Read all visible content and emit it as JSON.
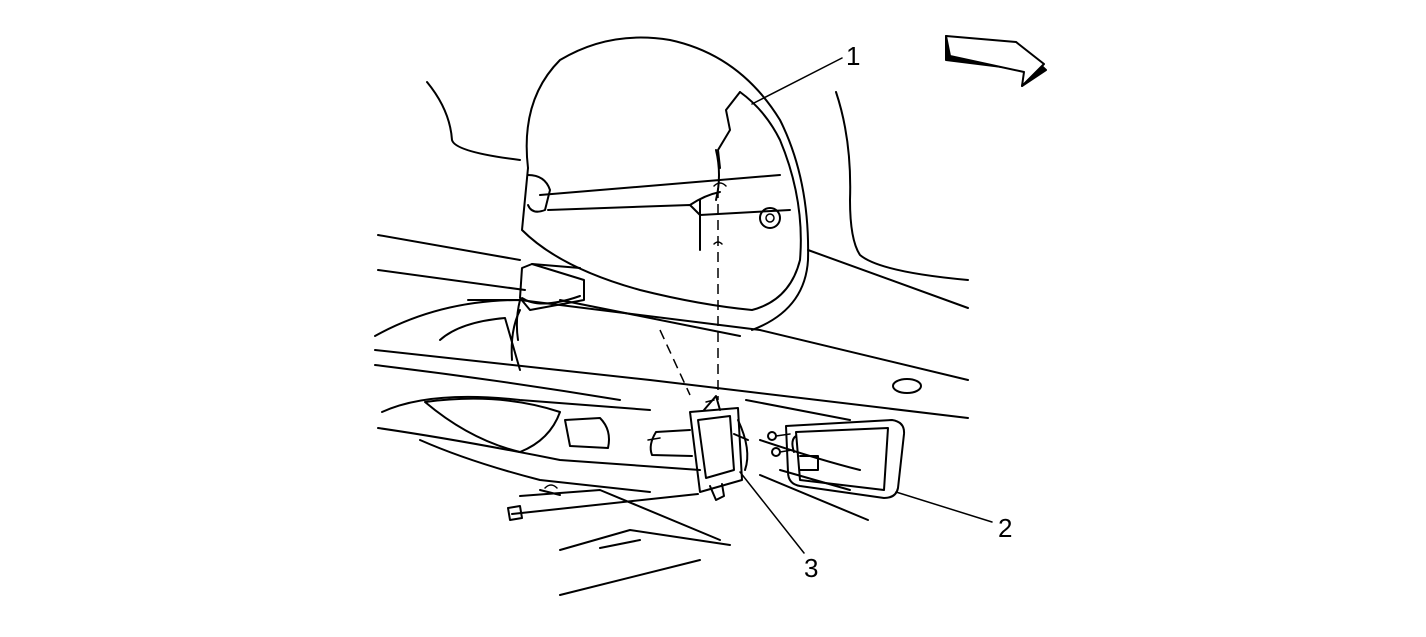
{
  "callouts": {
    "c1": "1",
    "c2": "2",
    "c3": "3"
  },
  "icons": {
    "direction": "front-direction-arrow-icon"
  }
}
